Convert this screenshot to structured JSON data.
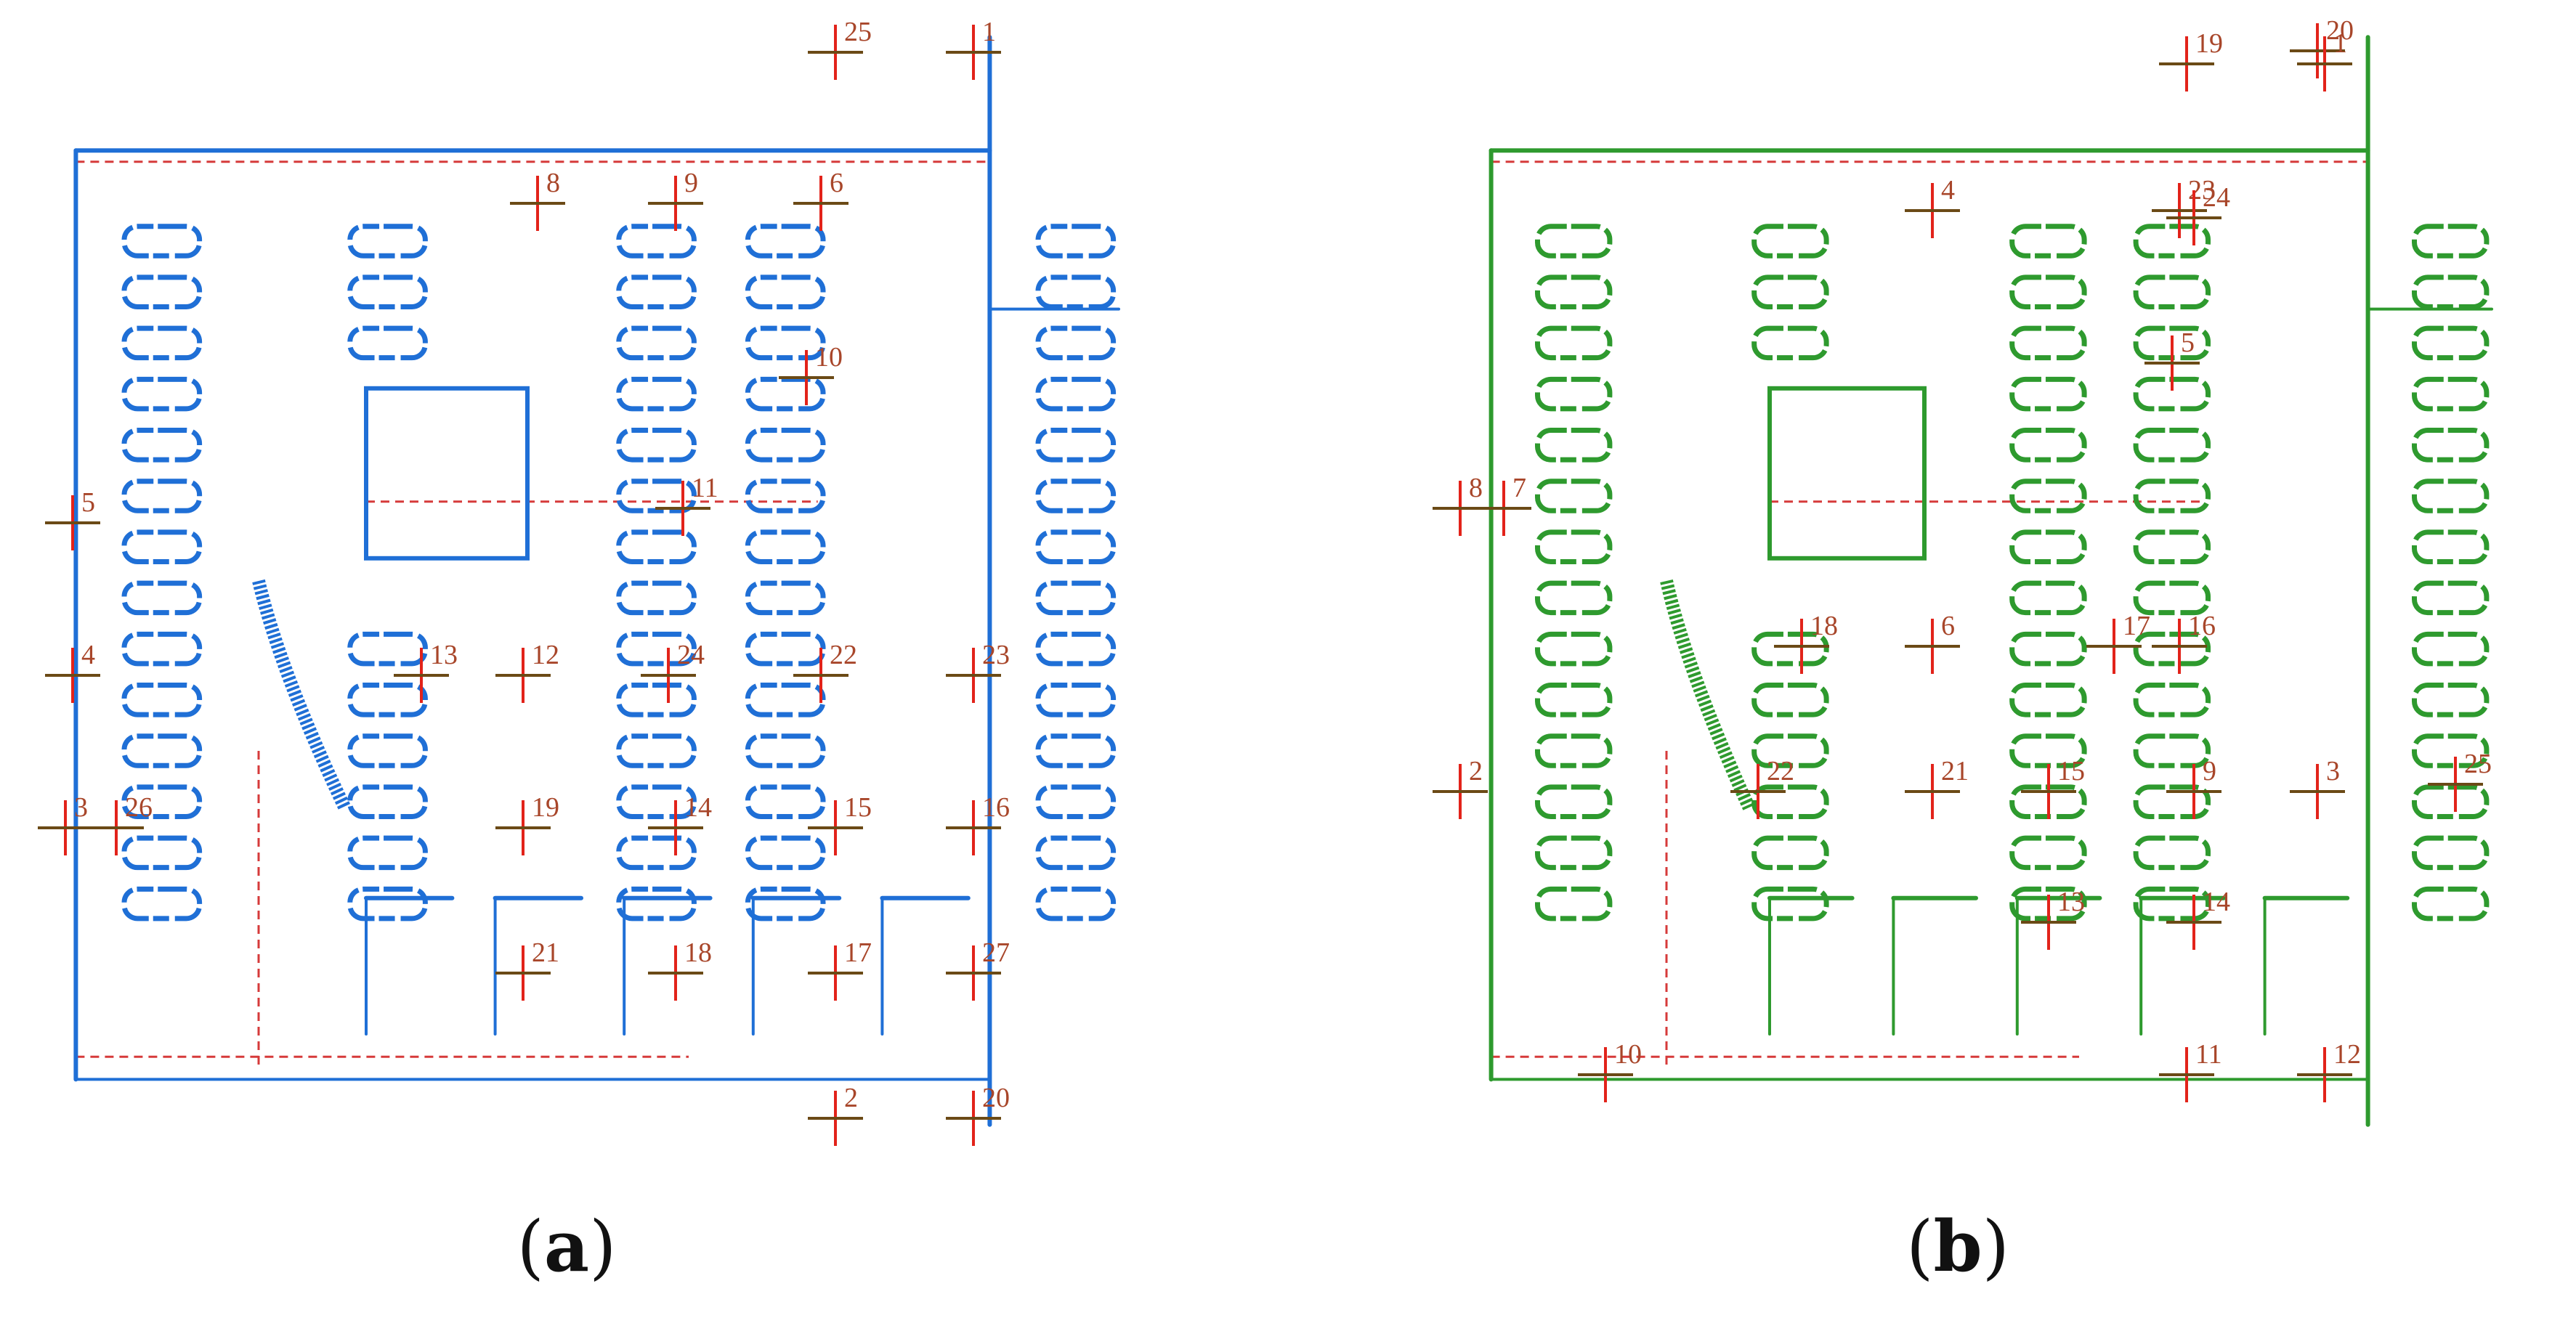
{
  "figure": {
    "panel_a": {
      "caption_open": "(",
      "caption_letter": "a",
      "caption_close": ")",
      "point_cloud_color": "#1f6fd6",
      "control_points": [
        {
          "label": "25"
        },
        {
          "label": "1"
        },
        {
          "label": "8"
        },
        {
          "label": "9"
        },
        {
          "label": "6"
        },
        {
          "label": "10"
        },
        {
          "label": "5"
        },
        {
          "label": "11"
        },
        {
          "label": "4"
        },
        {
          "label": "13"
        },
        {
          "label": "12"
        },
        {
          "label": "24"
        },
        {
          "label": "22"
        },
        {
          "label": "23"
        },
        {
          "label": "3"
        },
        {
          "label": "26"
        },
        {
          "label": "19"
        },
        {
          "label": "14"
        },
        {
          "label": "15"
        },
        {
          "label": "16"
        },
        {
          "label": "21"
        },
        {
          "label": "18"
        },
        {
          "label": "17"
        },
        {
          "label": "27"
        },
        {
          "label": "2"
        },
        {
          "label": "20"
        }
      ]
    },
    "panel_b": {
      "caption_open": "(",
      "caption_letter": "b",
      "caption_close": ")",
      "point_cloud_color": "#2e9a2e",
      "control_points": [
        {
          "label": "19"
        },
        {
          "label": "20"
        },
        {
          "label": "1"
        },
        {
          "label": "4"
        },
        {
          "label": "23"
        },
        {
          "label": "24"
        },
        {
          "label": "5"
        },
        {
          "label": "8"
        },
        {
          "label": "7"
        },
        {
          "label": "18"
        },
        {
          "label": "6"
        },
        {
          "label": "17"
        },
        {
          "label": "16"
        },
        {
          "label": "2"
        },
        {
          "label": "22"
        },
        {
          "label": "21"
        },
        {
          "label": "15"
        },
        {
          "label": "9"
        },
        {
          "label": "3"
        },
        {
          "label": "25"
        },
        {
          "label": "13"
        },
        {
          "label": "14"
        },
        {
          "label": "10"
        },
        {
          "label": "11"
        },
        {
          "label": "12"
        }
      ]
    },
    "colors": {
      "marker_vertical": "#e2231a",
      "marker_horizontal": "#6b4a16",
      "label": "#a8462a",
      "reference_lines": "#d63a3a"
    }
  }
}
